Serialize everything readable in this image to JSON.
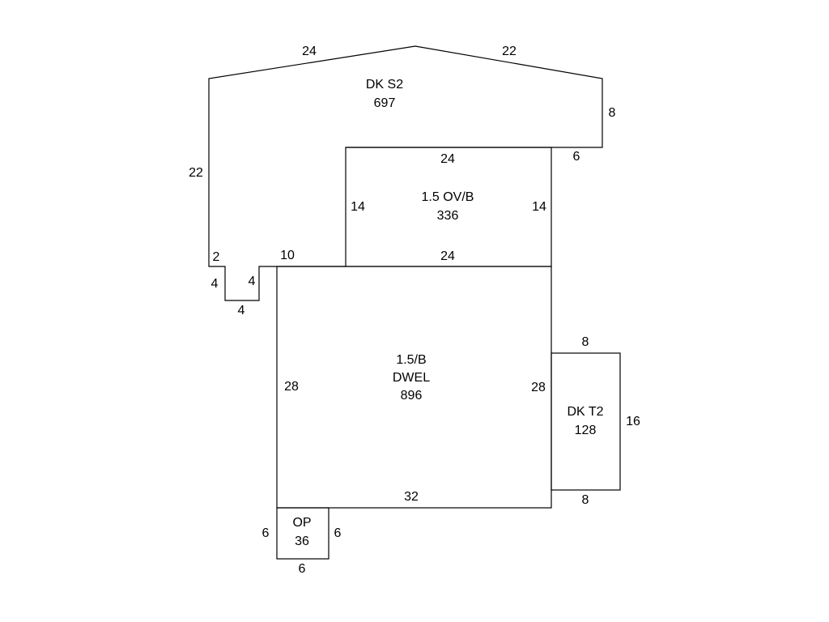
{
  "colors": {
    "background": "#ffffff",
    "line": "#000000",
    "text": "#000000"
  },
  "areas": {
    "dk_s2": {
      "name": "DK S2",
      "sqft": "697"
    },
    "ov_b": {
      "name": "1.5 OV/B",
      "sqft": "336"
    },
    "dwel": {
      "name_line1": "1.5/B",
      "name_line2": "DWEL",
      "sqft": "896"
    },
    "dk_t2": {
      "name": "DK T2",
      "sqft": "128"
    },
    "op": {
      "name": "OP",
      "sqft": "36"
    }
  },
  "dimensions": {
    "dk_s2_roof_left": "24",
    "dk_s2_roof_right": "22",
    "dk_s2_right": "8",
    "dk_s2_step": "6",
    "dk_s2_left": "22",
    "dk_s2_bottom_left": "2",
    "notch_left": "4",
    "notch_right": "4",
    "notch_bottom": "4",
    "dk_s2_bottom_mid": "10",
    "ov_top": "24",
    "ov_left": "14",
    "ov_right": "14",
    "ov_bottom": "24",
    "dwel_left": "28",
    "dwel_right": "28",
    "dwel_bottom": "32",
    "dk_t2_top": "8",
    "dk_t2_right": "16",
    "dk_t2_bottom": "8",
    "op_left": "6",
    "op_right": "6",
    "op_bottom": "6"
  }
}
